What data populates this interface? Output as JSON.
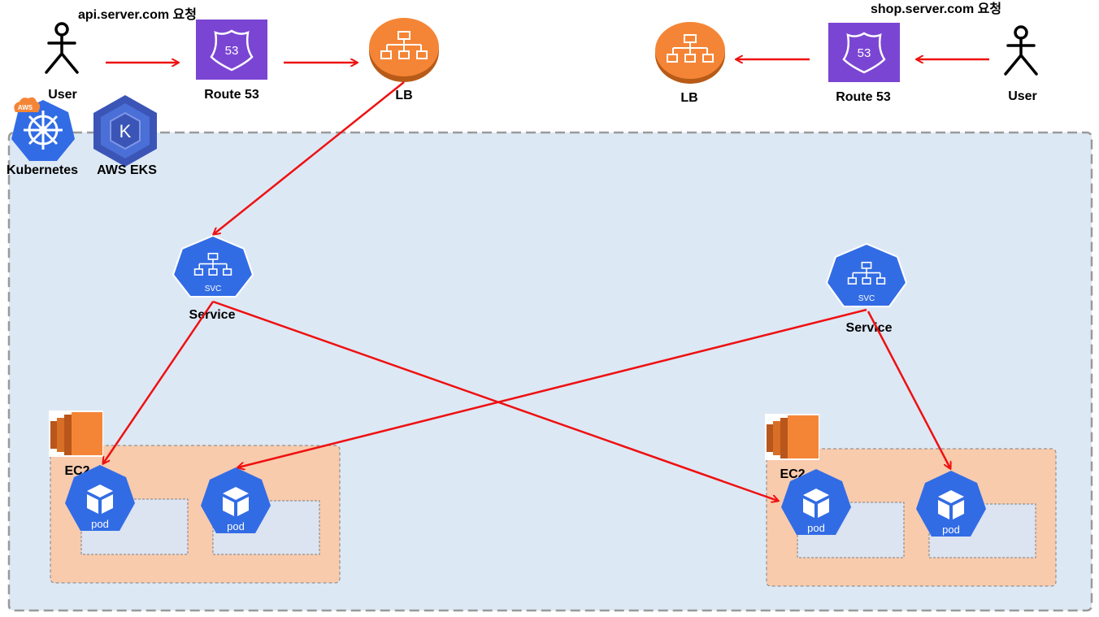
{
  "left_flow": {
    "request_label": "api.server.com 요청",
    "user_label": "User",
    "route53_label": "Route 53",
    "route53_badge": "53",
    "lb_label": "LB"
  },
  "right_flow": {
    "request_label": "shop.server.com 요청",
    "user_label": "User",
    "route53_label": "Route 53",
    "route53_badge": "53",
    "lb_label": "LB"
  },
  "platform": {
    "kubernetes_label": "Kubernetes",
    "kubernetes_badge": "AWS",
    "eks_label": "AWS EKS",
    "eks_badge": "K"
  },
  "services": {
    "left_label": "Service",
    "left_badge": "SVC",
    "right_label": "Service",
    "right_badge": "SVC"
  },
  "nodes": {
    "left": {
      "label": "EC2",
      "pods": [
        "pod",
        "pod"
      ]
    },
    "right": {
      "label": "EC2",
      "pods": [
        "pod",
        "pod"
      ]
    }
  },
  "colors": {
    "cluster_bg": "#dde8f5",
    "node_bg": "#f8cbad",
    "k8s_blue": "#326ce5",
    "route53_purple": "#7b45d3",
    "lb_orange": "#f58536",
    "ec2_orange": "#f58536",
    "arrow_red": "#ee1111"
  }
}
